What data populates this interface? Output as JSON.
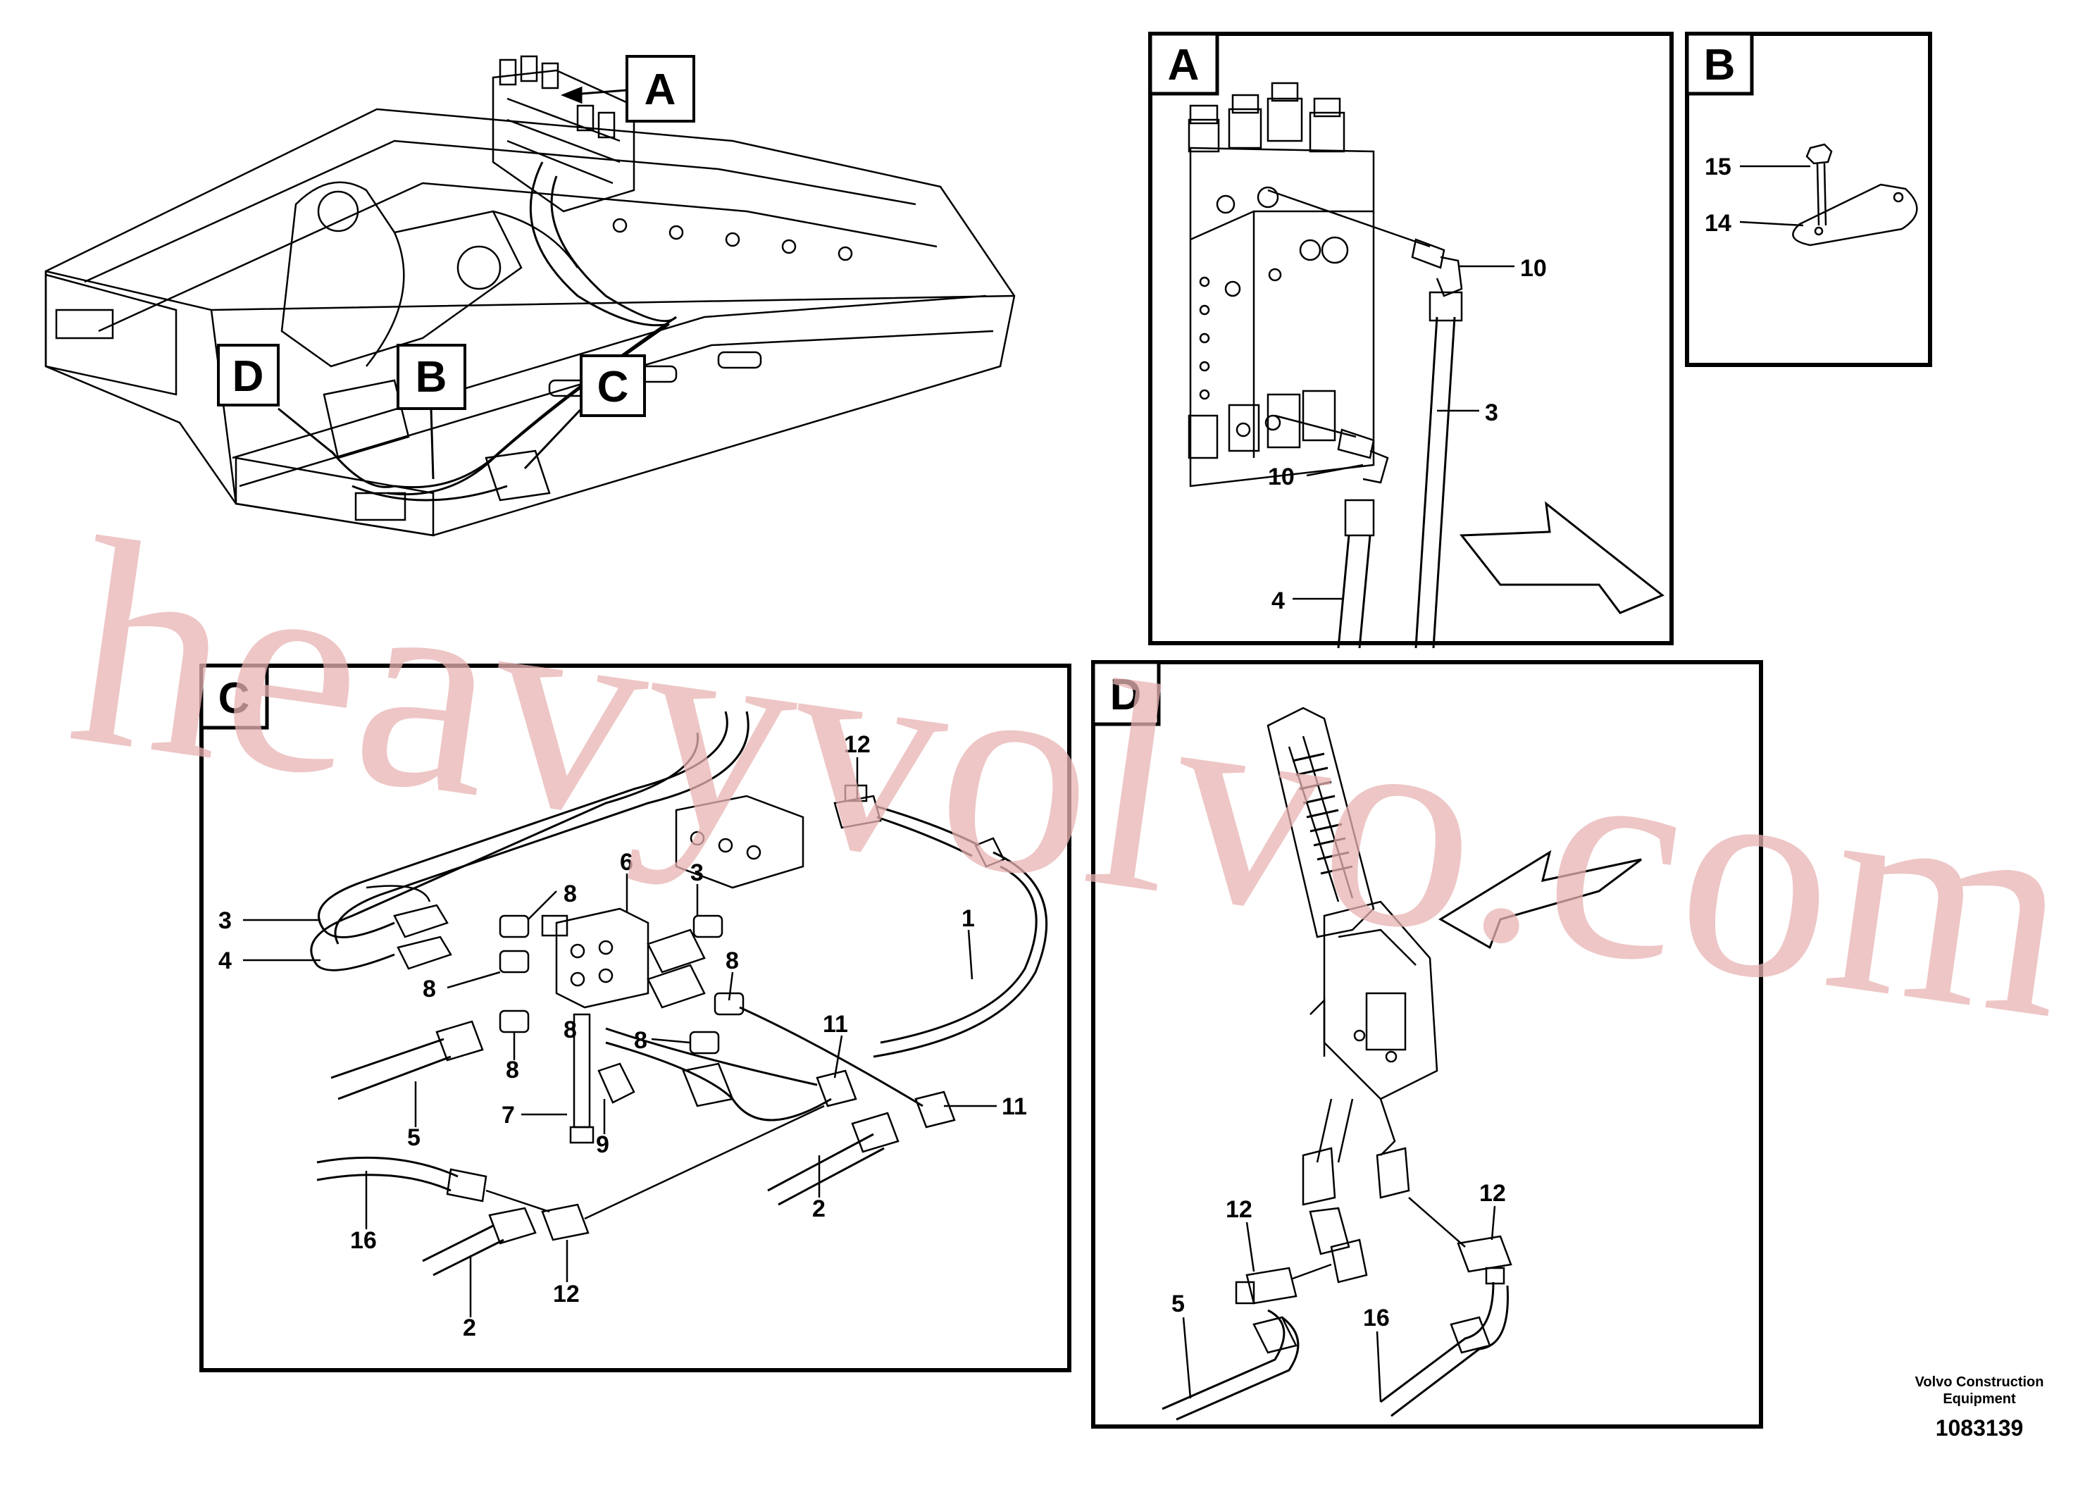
{
  "overview": {
    "callouts": [
      "A",
      "B",
      "C",
      "D"
    ]
  },
  "panels": {
    "A": {
      "letter": "A",
      "labels": [
        "10",
        "10",
        "3",
        "4"
      ]
    },
    "B": {
      "letter": "B",
      "labels": [
        "15",
        "14"
      ]
    },
    "C": {
      "letter": "C",
      "labels": [
        "12",
        "6",
        "3",
        "8",
        "3",
        "4",
        "8",
        "8",
        "8",
        "1",
        "11",
        "11",
        "8",
        "5",
        "7",
        "9",
        "8",
        "2",
        "16",
        "12",
        "2"
      ]
    },
    "D": {
      "letter": "D",
      "labels": [
        "12",
        "12",
        "5",
        "16"
      ]
    }
  },
  "watermark": "heavyvolvo.com",
  "footer": {
    "company_line1": "Volvo Construction",
    "company_line2": "Equipment",
    "document_number": "1083139"
  }
}
